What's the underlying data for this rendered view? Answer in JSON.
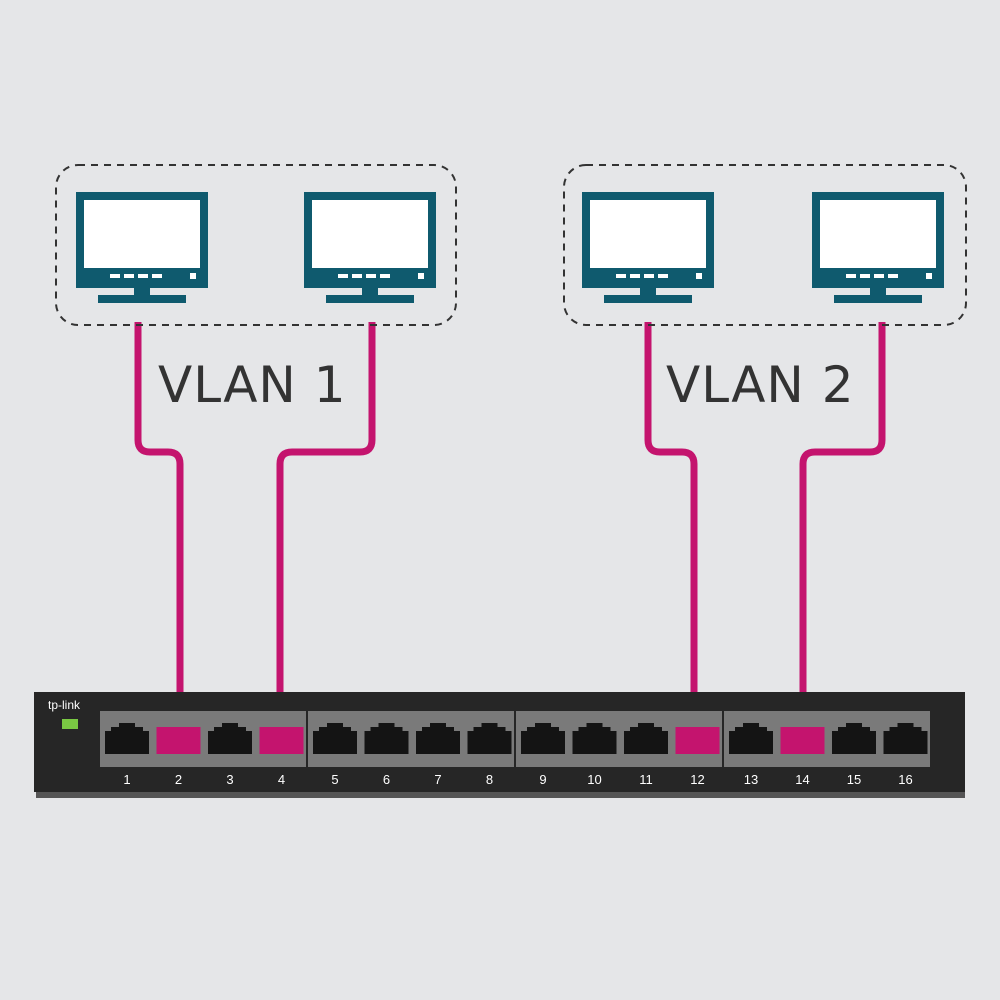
{
  "groups": [
    {
      "label": "VLAN 1",
      "ports": [
        2,
        4
      ]
    },
    {
      "label": "VLAN 2",
      "ports": [
        12,
        14
      ]
    }
  ],
  "switch": {
    "brand": "tp-link",
    "port_count": 16,
    "port_labels": [
      "1",
      "2",
      "3",
      "4",
      "5",
      "6",
      "7",
      "8",
      "9",
      "10",
      "11",
      "12",
      "13",
      "14",
      "15",
      "16"
    ],
    "connected_ports": [
      2,
      4,
      12,
      14
    ]
  },
  "colors": {
    "background": "#e5e6e8",
    "monitor": "#0f5a6e",
    "cable": "#c4146e",
    "switch_body": "#262626",
    "port_panel": "#7a7a7a",
    "port": "#141414",
    "led": "#7ac943"
  }
}
